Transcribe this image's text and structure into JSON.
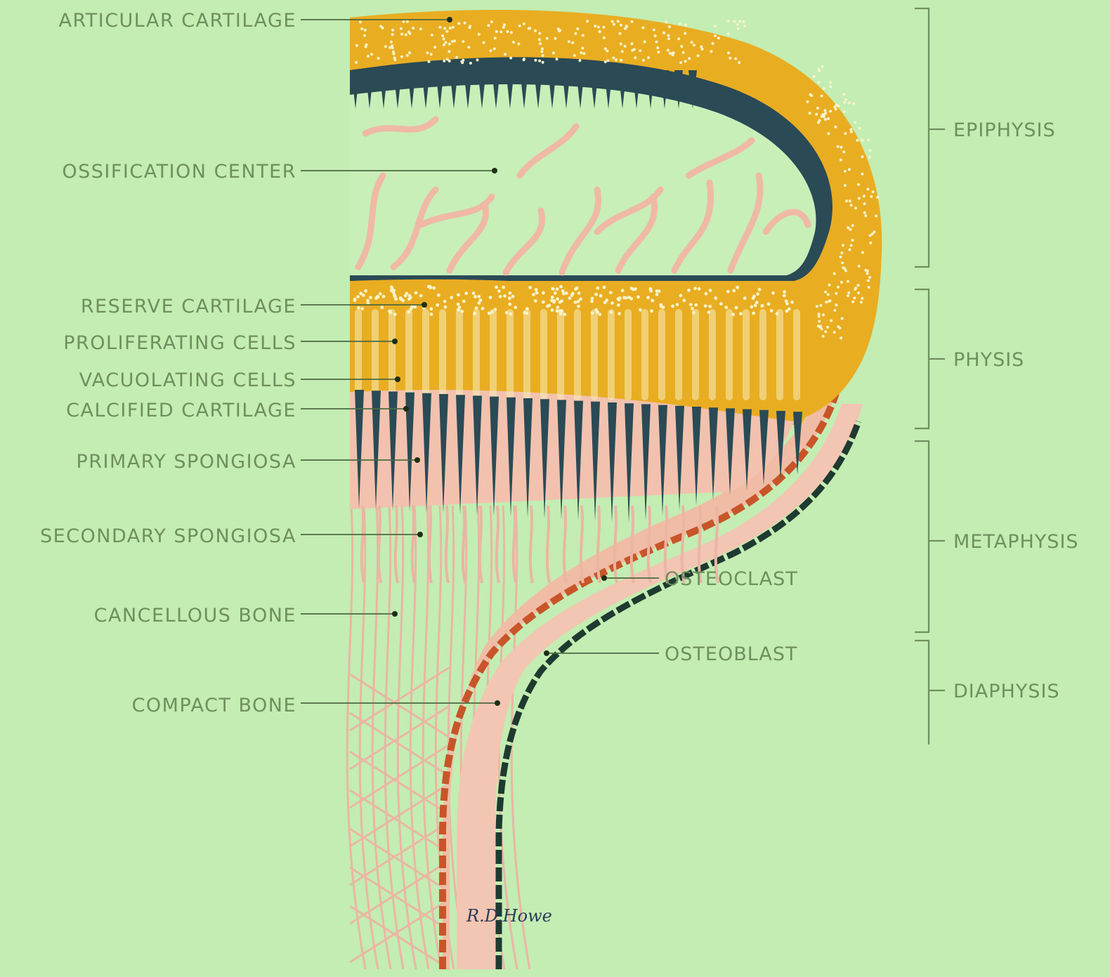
{
  "diagram": {
    "left_labels": [
      {
        "id": "articular-cartilage",
        "text": "ARTICULAR CARTILAGE"
      },
      {
        "id": "ossification-center",
        "text": "OSSIFICATION CENTER"
      },
      {
        "id": "reserve-cartilage",
        "text": "RESERVE CARTILAGE"
      },
      {
        "id": "proliferating-cells",
        "text": "PROLIFERATING CELLS"
      },
      {
        "id": "vacuolating-cells",
        "text": "VACUOLATING CELLS"
      },
      {
        "id": "calcified-cartilage",
        "text": "CALCIFIED CARTILAGE"
      },
      {
        "id": "primary-spongiosa",
        "text": "PRIMARY SPONGIOSA"
      },
      {
        "id": "secondary-spongiosa",
        "text": "SECONDARY SPONGIOSA"
      },
      {
        "id": "cancellous-bone",
        "text": "CANCELLOUS BONE"
      },
      {
        "id": "compact-bone",
        "text": "COMPACT BONE"
      }
    ],
    "inner_labels": [
      {
        "id": "osteoclast",
        "text": "OSTEOCLAST"
      },
      {
        "id": "osteoblast",
        "text": "OSTEOBLAST"
      }
    ],
    "regions": [
      {
        "id": "epiphysis",
        "text": "EPIPHYSIS"
      },
      {
        "id": "physis",
        "text": "PHYSIS"
      },
      {
        "id": "metaphysis",
        "text": "METAPHYSIS"
      },
      {
        "id": "diaphysis",
        "text": "DIAPHYSIS"
      }
    ],
    "signature": "R.D.Howe",
    "colors": {
      "background": "#c3edb2",
      "cartilage": "#e8ae22",
      "bone": "#f0c0a8",
      "calcified": "#2a4a55",
      "osteoclast": "#c8552a",
      "osteoblast": "#1f3a30",
      "label": "#6f8f5e"
    }
  }
}
